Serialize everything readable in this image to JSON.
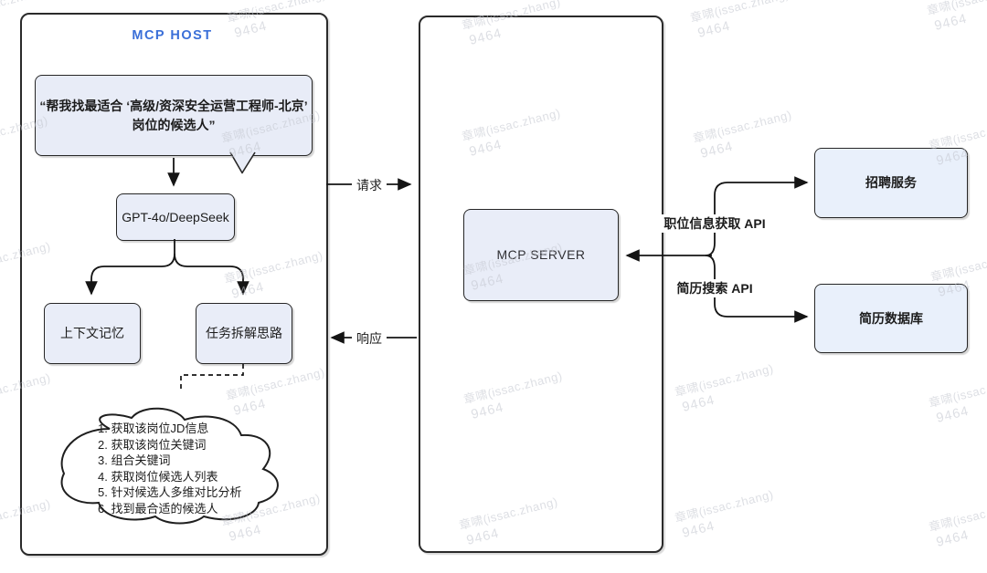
{
  "watermark": {
    "name": "章啸(issac.zhang)",
    "id": "9464"
  },
  "host": {
    "title": "MCP HOST",
    "bubble": {
      "line1": "“帮我找最适合 ‘高级/资深安全运营工程师-北京’",
      "line2": "岗位的候选人”"
    },
    "model_box": "GPT-4o/DeepSeek",
    "memory_box": "上下文记忆",
    "task_box": "任务拆解思路",
    "cloud_steps": [
      "1. 获取该岗位JD信息",
      "2. 获取该岗位关键词",
      "3. 组合关键词",
      "4. 获取岗位候选人列表",
      "5. 针对候选人多维对比分析",
      "6. 找到最合适的候选人"
    ]
  },
  "server": {
    "title": "MCP SERVER"
  },
  "services": {
    "recruit": "招聘服务",
    "resume_db": "简历数据库"
  },
  "connections": {
    "request": "请求",
    "response": "响应",
    "job_api": "职位信息获取 API",
    "resume_api": "简历搜索 API"
  },
  "colors": {
    "accent_blue": "#3a6fd8",
    "node_fill": "#e9edf8",
    "service_fill": "#e9f0fb",
    "line": "#141414",
    "watermark": "#c3c6cf"
  }
}
